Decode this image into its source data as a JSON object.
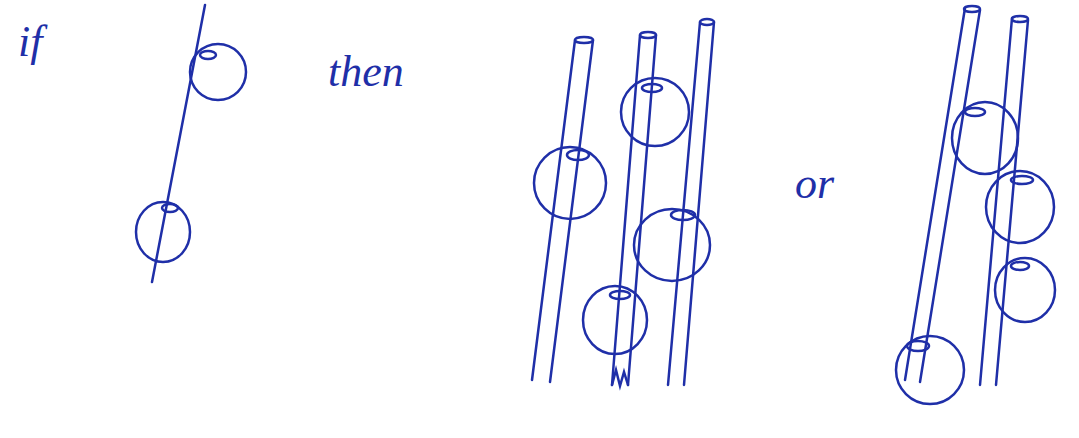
{
  "diagram": {
    "labels": [
      "if",
      "then",
      "or"
    ]
  }
}
